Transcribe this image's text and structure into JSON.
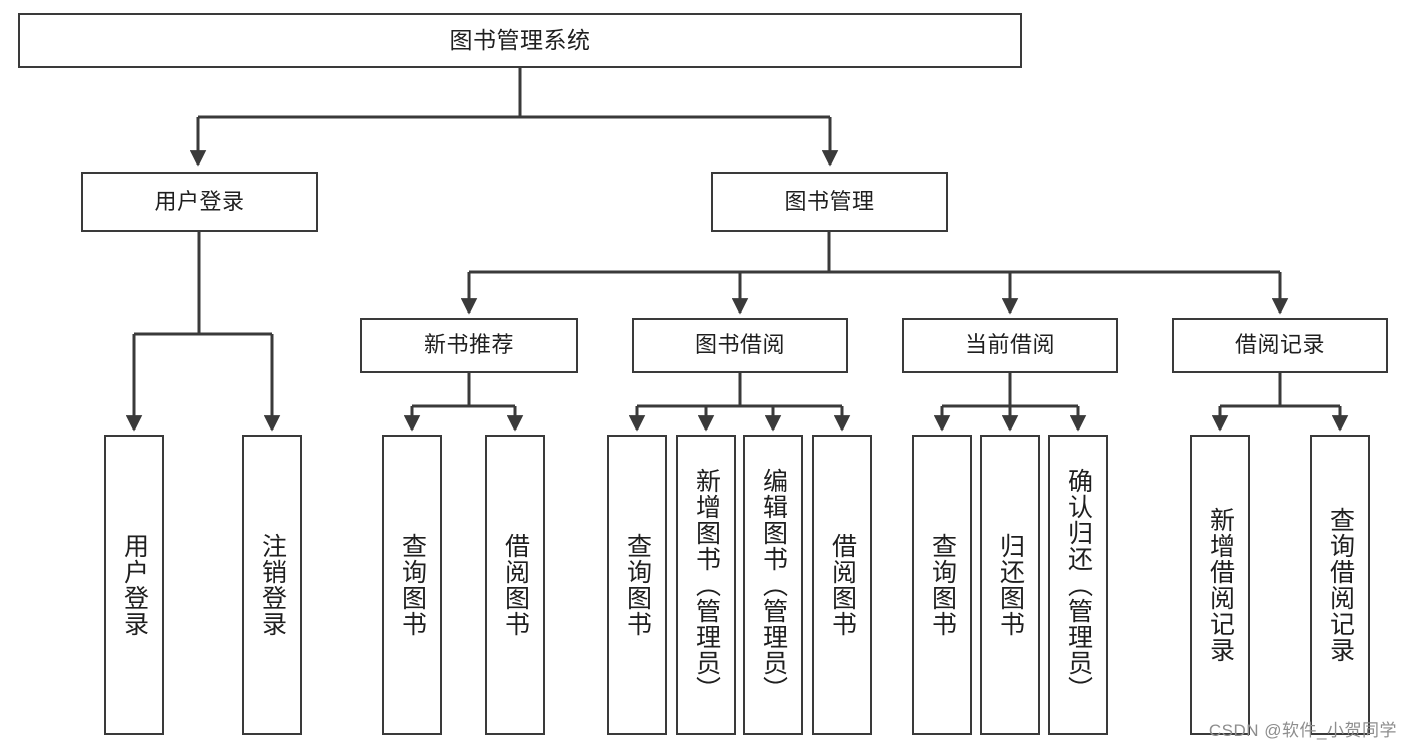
{
  "diagram": {
    "title": "图书管理系统",
    "type": "tree",
    "colors": {
      "line": "#3a3a3a",
      "box_fill": "#ffffff",
      "text": "#1f1f1f",
      "watermark": "#8d8d8d",
      "background": "#ffffff"
    },
    "watermark": "CSDN @软件_小贺同学",
    "nodes": {
      "root": {
        "label": "图书管理系统"
      },
      "level2": [
        {
          "id": "user-login",
          "label": "用户登录"
        },
        {
          "id": "book-management",
          "label": "图书管理"
        }
      ],
      "level3": [
        {
          "id": "new-book-recommend",
          "label": "新书推荐"
        },
        {
          "id": "book-borrow",
          "label": "图书借阅"
        },
        {
          "id": "current-borrow",
          "label": "当前借阅"
        },
        {
          "id": "borrow-record",
          "label": "借阅记录"
        }
      ],
      "leaves": [
        {
          "id": "leaf-user-login",
          "label": "用户登录",
          "parent": "user-login"
        },
        {
          "id": "leaf-logout-login",
          "label": "注销登录",
          "parent": "user-login"
        },
        {
          "id": "leaf-query-book-1",
          "label": "查询图书",
          "parent": "new-book-recommend"
        },
        {
          "id": "leaf-borrow-book-1",
          "label": "借阅图书",
          "parent": "new-book-recommend"
        },
        {
          "id": "leaf-query-book-2",
          "label": "查询图书",
          "parent": "book-borrow"
        },
        {
          "id": "leaf-add-book",
          "label": "新增图书（管理员）",
          "parent": "book-borrow"
        },
        {
          "id": "leaf-edit-book",
          "label": "编辑图书（管理员）",
          "parent": "book-borrow"
        },
        {
          "id": "leaf-borrow-book-2",
          "label": "借阅图书",
          "parent": "book-borrow"
        },
        {
          "id": "leaf-query-book-3",
          "label": "查询图书",
          "parent": "current-borrow"
        },
        {
          "id": "leaf-return-book",
          "label": "归还图书",
          "parent": "current-borrow"
        },
        {
          "id": "leaf-confirm-return",
          "label": "确认归还（管理员）",
          "parent": "current-borrow"
        },
        {
          "id": "leaf-add-record",
          "label": "新增借阅记录",
          "parent": "borrow-record"
        },
        {
          "id": "leaf-query-record",
          "label": "查询借阅记录",
          "parent": "borrow-record"
        }
      ]
    }
  }
}
